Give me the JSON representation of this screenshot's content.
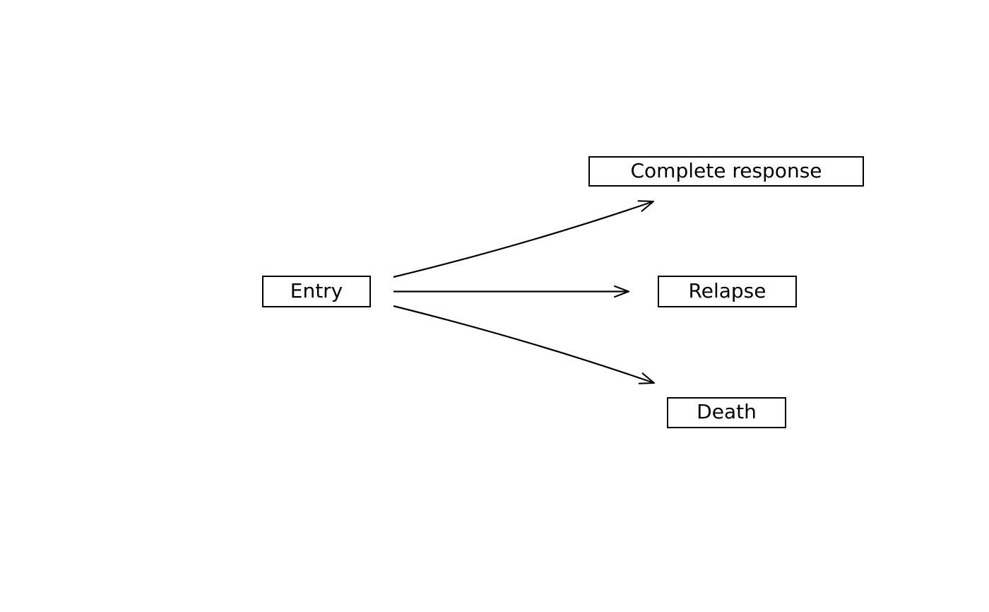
{
  "diagram": {
    "type": "state-transition-flow",
    "background_color": "#ffffff",
    "stroke_color": "#000000",
    "text_color": "#000000",
    "nodes": [
      {
        "id": "entry",
        "label": "Entry"
      },
      {
        "id": "complete-response",
        "label": "Complete response"
      },
      {
        "id": "relapse",
        "label": "Relapse"
      },
      {
        "id": "death",
        "label": "Death"
      }
    ],
    "edges": [
      {
        "from": "Entry",
        "to": "Complete response",
        "arrow": "open-head",
        "shape": "slight-arc-up"
      },
      {
        "from": "Entry",
        "to": "Relapse",
        "arrow": "open-head",
        "shape": "straight-horizontal"
      },
      {
        "from": "Entry",
        "to": "Death",
        "arrow": "open-head",
        "shape": "slight-arc-down"
      }
    ]
  }
}
